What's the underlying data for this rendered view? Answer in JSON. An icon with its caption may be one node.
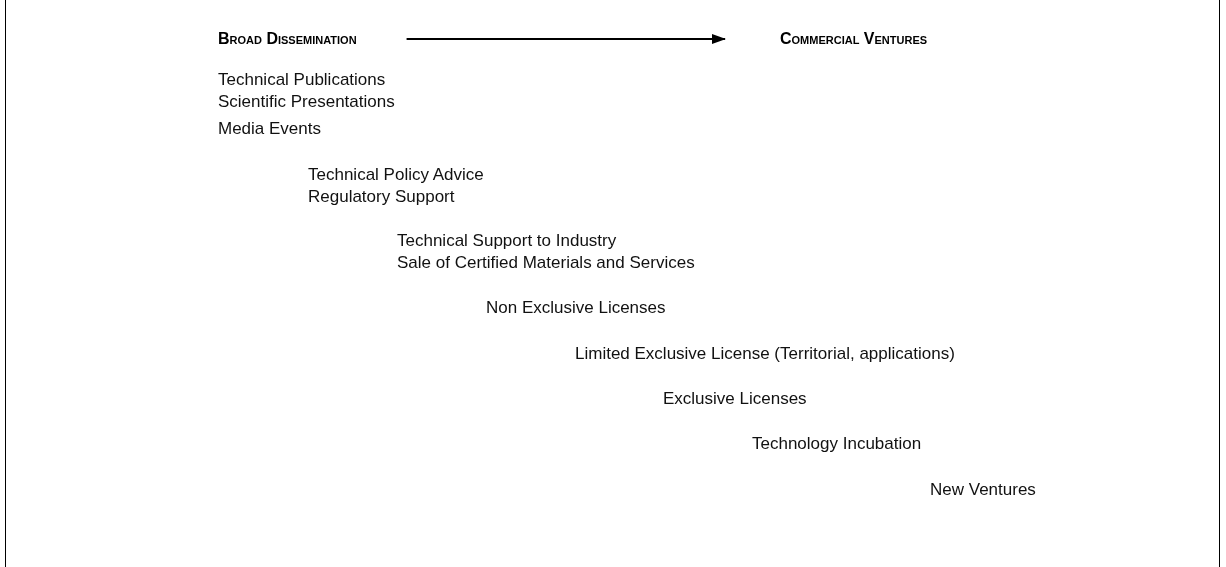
{
  "diagram": {
    "nodes": [
      {
        "text": [
          "Broad Dissemination"
        ]
      },
      {
        "text": [
          "Commercial Ventures"
        ]
      }
    ],
    "edges": [
      {
        "from": 0,
        "to": 1,
        "arrow": "to"
      }
    ],
    "labels": [
      "Technical Publications",
      "Scientific Presentations",
      "Media Events",
      "Technical Policy Advice",
      "Regulatory Support",
      "Technical Support to Industry",
      "Sale of Certified Materials and Services",
      "Non Exclusive Licenses",
      "Limited Exclusive License (Territorial, applications)",
      "Exclusive Licenses",
      "Technology Incubation",
      "New Ventures"
    ]
  }
}
